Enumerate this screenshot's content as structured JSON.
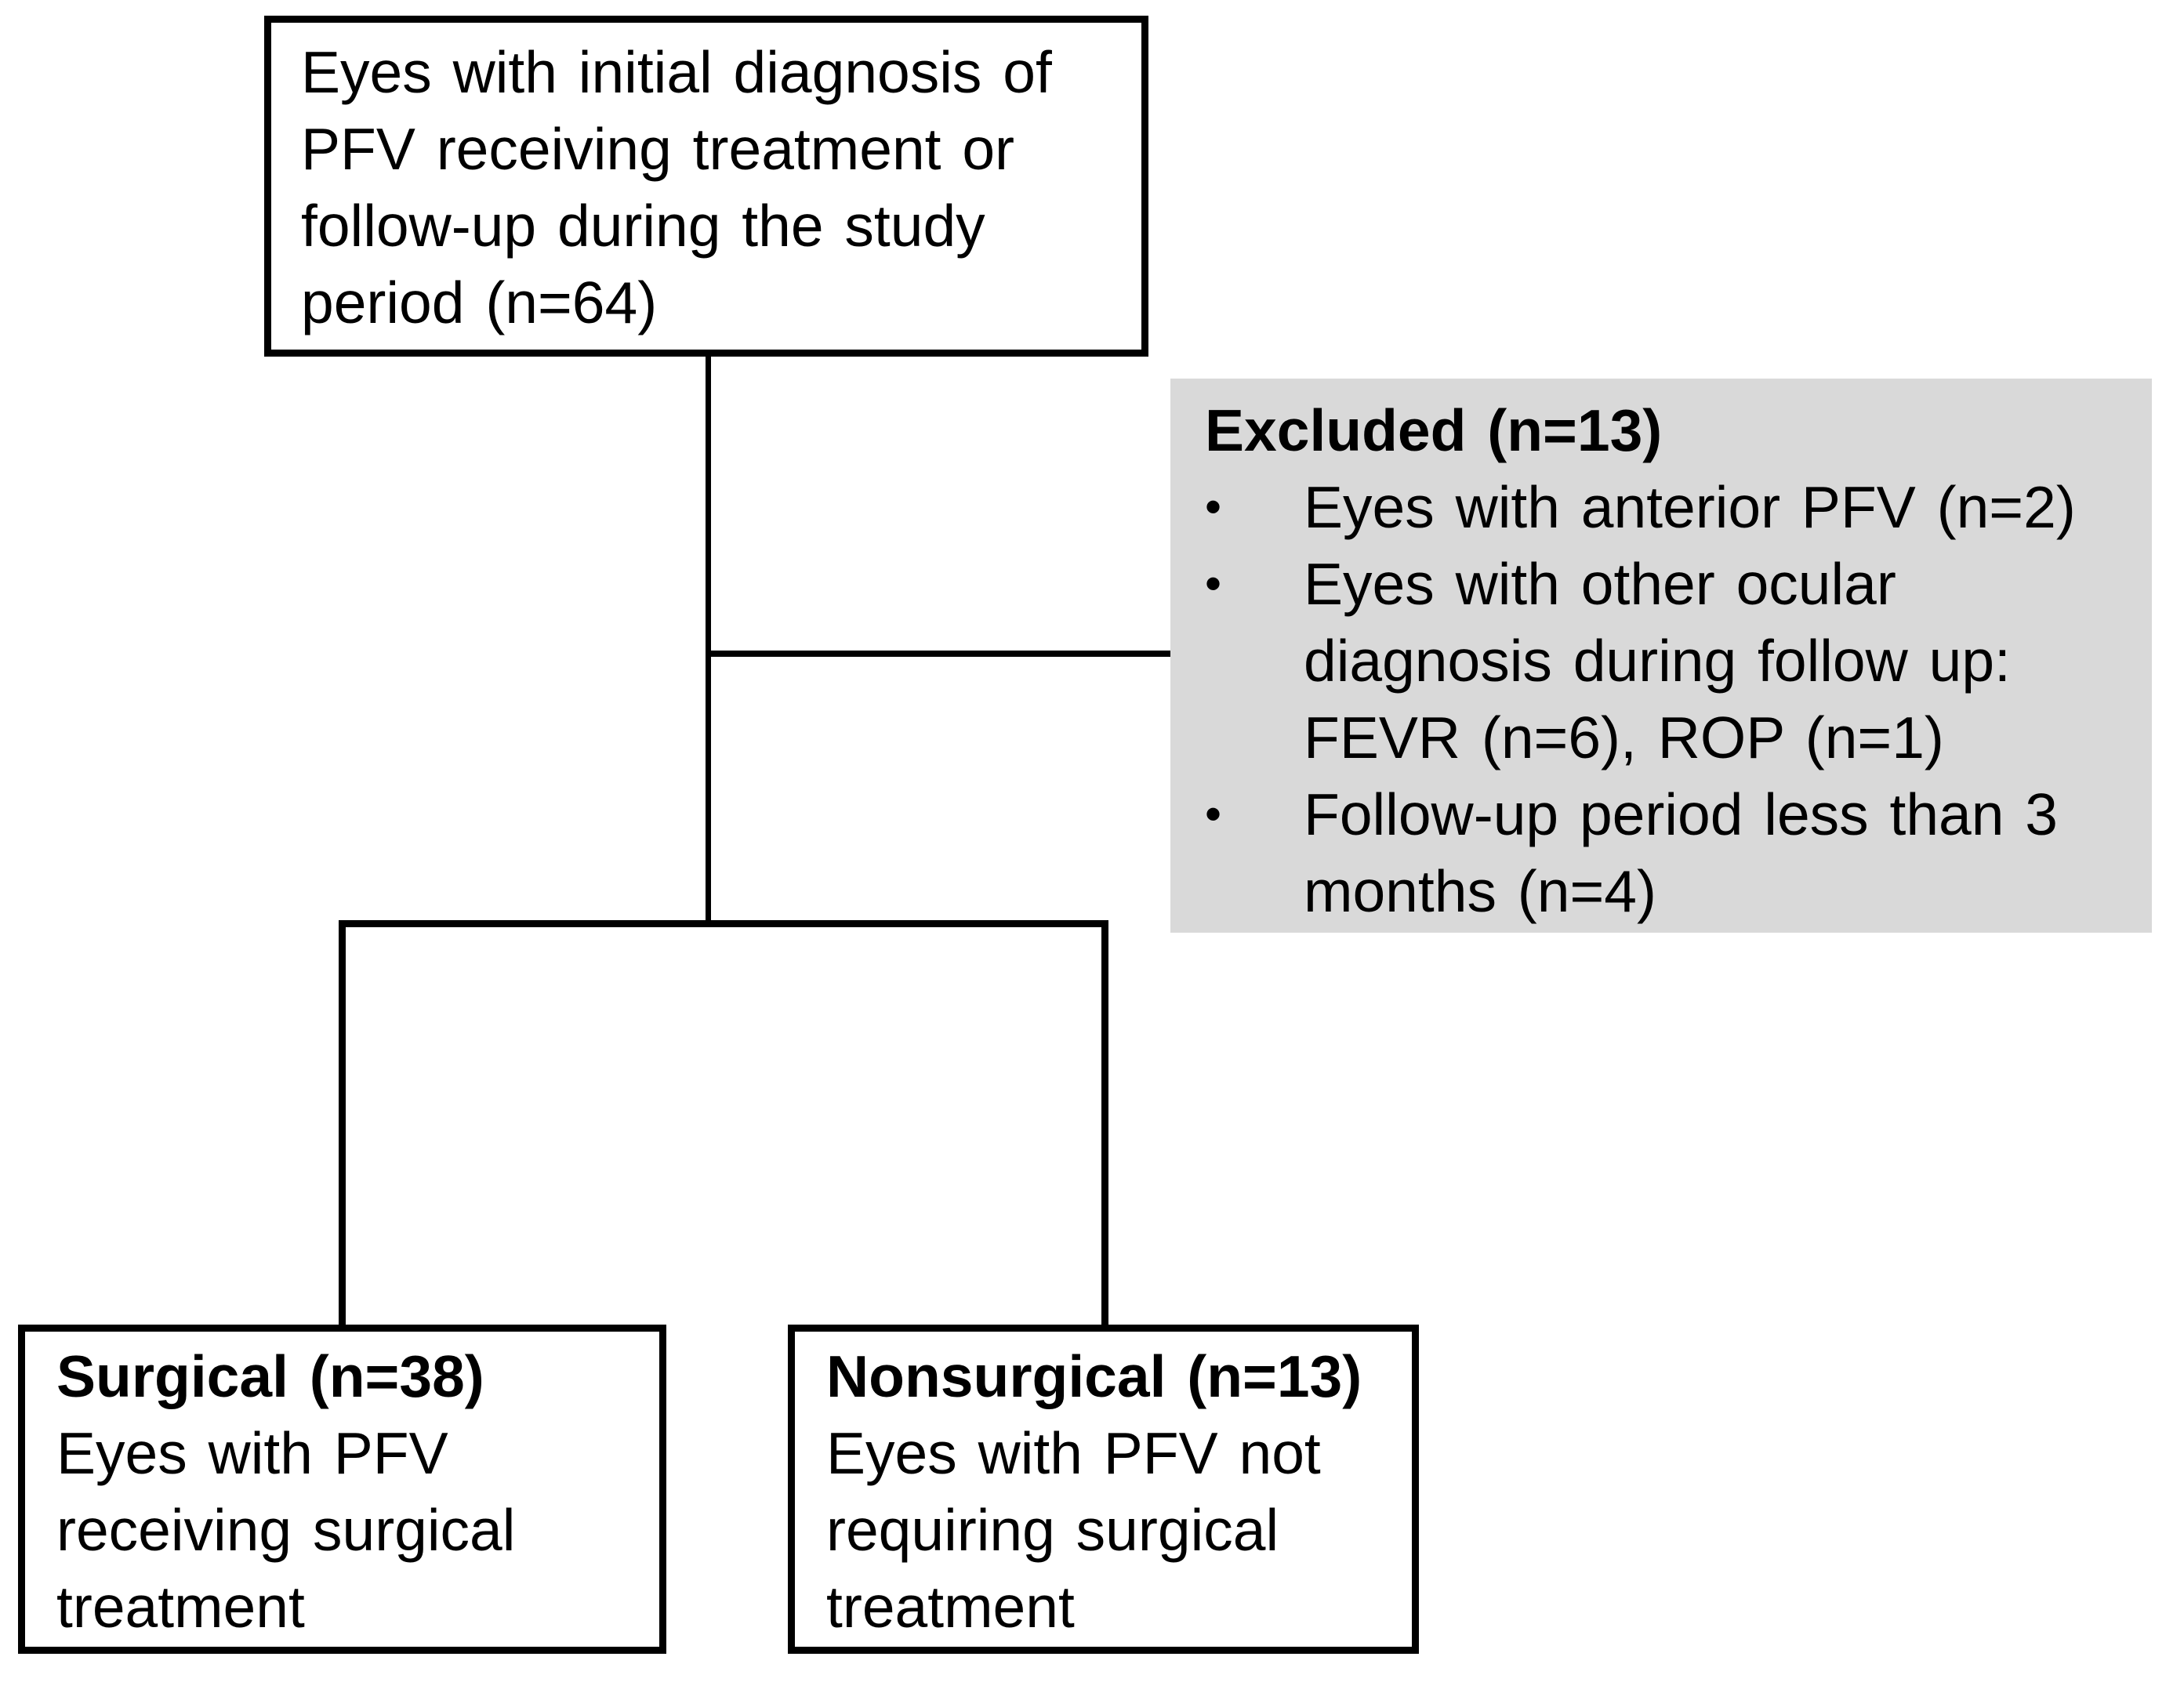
{
  "diagram": {
    "colors": {
      "background": "#ffffff",
      "line": "#000000",
      "border": "#000000",
      "text": "#000000",
      "excluded_bg": "#d9d9d9"
    },
    "boxes": {
      "enrollment": {
        "text": "Eyes with initial diagnosis of\nPFV receiving treatment or\nfollow-up during the study\nperiod (n=64)"
      },
      "excluded": {
        "title": "Excluded (n=13)",
        "bullet_glyph": "•",
        "items": [
          "Eyes with anterior PFV (n=2)",
          "Eyes with other ocular\ndiagnosis during follow up:\nFEVR (n=6), ROP (n=1)",
          "Follow-up period less than 3\nmonths (n=4)"
        ]
      },
      "surgical": {
        "title": "Surgical (n=38)",
        "text": "Eyes with PFV\nreceiving surgical\ntreatment"
      },
      "nonsurgical": {
        "title": "Nonsurgical (n=13)",
        "text": "Eyes with PFV not\nrequiring surgical\ntreatment"
      }
    }
  }
}
